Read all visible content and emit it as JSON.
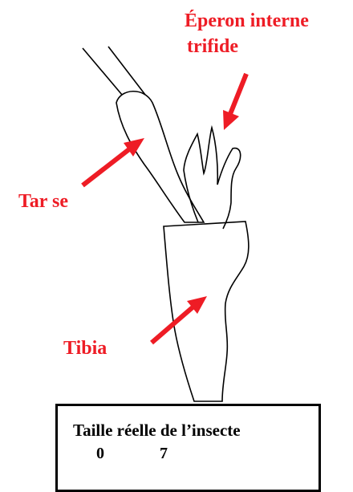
{
  "labels": {
    "eperon_line1": "Éperon interne",
    "eperon_line2": "trifide",
    "tarse": "Tar se",
    "tibia": "Tibia"
  },
  "legend": {
    "title": "Taille réelle de l’insecte",
    "scale_start": "0",
    "scale_end": "7"
  },
  "colors": {
    "label": "#ee1c25",
    "arrow": "#ee1c25",
    "outline": "#000000",
    "scale_marker": "#ee1c25"
  }
}
